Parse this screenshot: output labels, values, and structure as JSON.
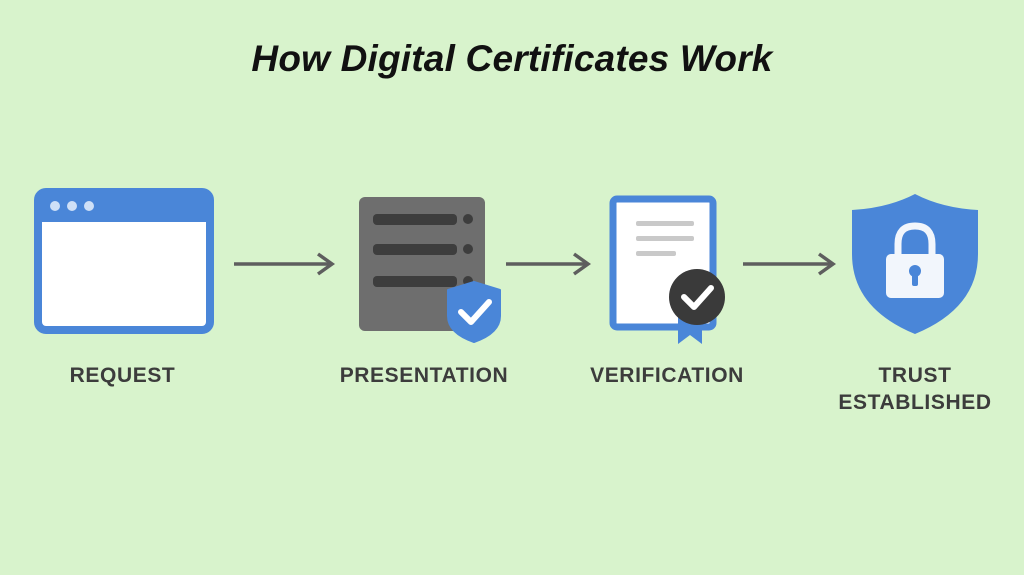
{
  "title": "How Digital Certificates Work",
  "steps": [
    {
      "label": "REQUEST",
      "icon": "browser-window-icon"
    },
    {
      "label": "PRESENTATION",
      "icon": "server-shield-icon"
    },
    {
      "label": "VERIFICATION",
      "icon": "certificate-check-icon"
    },
    {
      "label_line1": "TRUST",
      "label_line2": "ESTABLISHED",
      "icon": "shield-lock-icon"
    }
  ],
  "colors": {
    "background": "#d8f3cc",
    "accent_blue": "#4a86d8",
    "server_gray": "#6e6e6e",
    "arrow_gray": "#5e5e5e",
    "check_dark": "#3a3a3a"
  }
}
